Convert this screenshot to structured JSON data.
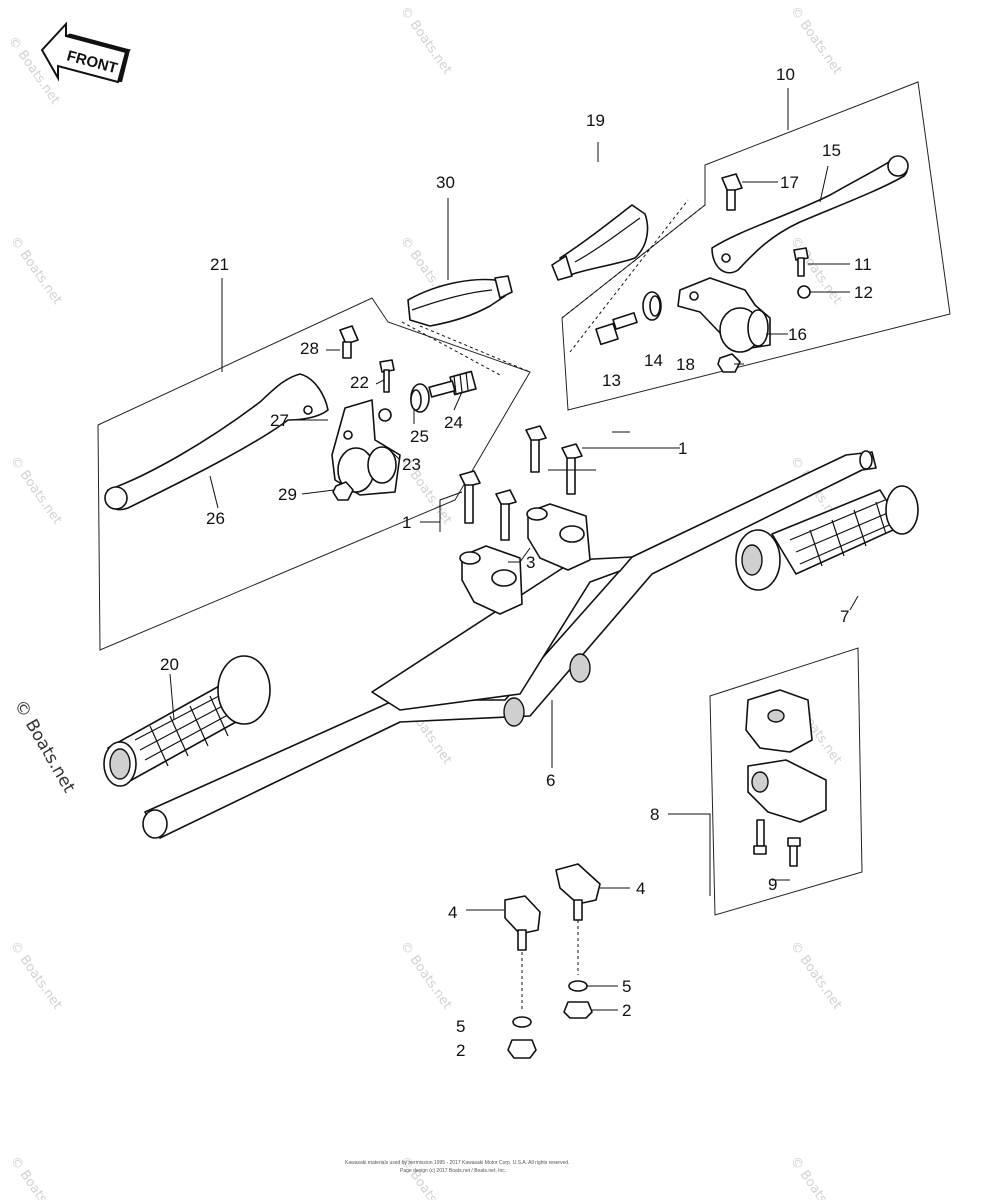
{
  "front_label": "FRONT",
  "watermark": "© Boats.net",
  "copyright_lines": [
    "Kawasaki materials used by permission 1995 - 2017 Kawasaki Motor Corp. U.S.A. All rights reserved.",
    "Page design (c) 2017 Boats.net / Boats.net, Inc."
  ],
  "callouts": {
    "c1a": "1",
    "c1b": "1",
    "c2a": "2",
    "c2b": "2",
    "c3": "3",
    "c4a": "4",
    "c4b": "4",
    "c5a": "5",
    "c5b": "5",
    "c6": "6",
    "c7": "7",
    "c8": "8",
    "c9": "9",
    "c10": "10",
    "c11": "11",
    "c12": "12",
    "c13": "13",
    "c14": "14",
    "c15": "15",
    "c16": "16",
    "c17": "17",
    "c18": "18",
    "c19": "19",
    "c20": "20",
    "c21": "21",
    "c22": "22",
    "c23": "23",
    "c24": "24",
    "c25": "25",
    "c26": "26",
    "c27": "27",
    "c28": "28",
    "c29": "29",
    "c30": "30"
  }
}
